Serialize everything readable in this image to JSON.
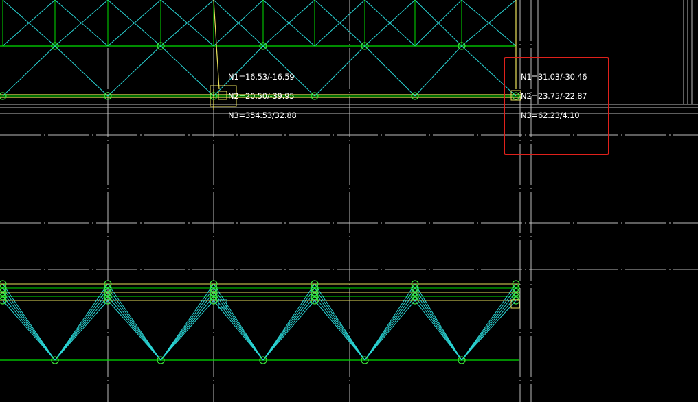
{
  "colors": {
    "background": "#000000",
    "chord_green": "#00e000",
    "diagonal_cyan": "#2ad6d6",
    "member_yellow": "#e8e05a",
    "grid_gray": "#bdbdbd",
    "node_circle": "#3ce63c",
    "highlight_red": "#e0211b"
  },
  "annotations": {
    "left_node": {
      "n1": "N1=16.53/-16.59",
      "n2": "N2=20.50/-39.95",
      "n3": "N3=354.53/32.88"
    },
    "right_node": {
      "n1": "N1=31.03/-30.46",
      "n2": "N2=23.75/-22.87",
      "n3": "N3=62.23/4.10"
    }
  }
}
